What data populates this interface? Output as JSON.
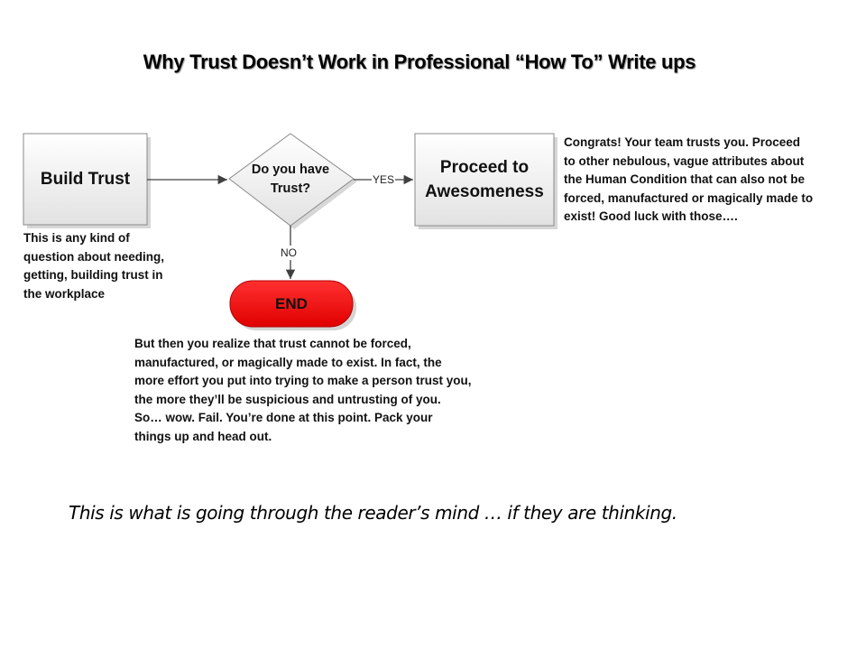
{
  "title": "Why Trust Doesn’t Work in Professional “How To” Write ups",
  "nodes": {
    "build_trust": "Build Trust",
    "decision": "Do you have\nTrust?",
    "proceed": "Proceed to\nAwesomeness",
    "end": "END"
  },
  "edges": {
    "yes": "YES",
    "no": "NO"
  },
  "notes": {
    "build_trust": "This is any kind of\nquestion about needing,\ngetting, building trust in\nthe workplace",
    "proceed": "Congrats!  Your team trusts you.  Proceed\nto other nebulous, vague attributes about\nthe Human Condition that can also not be\nforced, manufactured or magically made to\nexist!  Good luck with those….",
    "end": "But then you realize that trust cannot be forced,\nmanufactured, or magically made to exist.  In fact, the\nmore effort you put into trying to make a person trust you,\nthe more they’ll be suspicious and untrusting of you.\nSo… wow.  Fail.  You’re done at this point.  Pack your\nthings up and head out."
  },
  "caption": "This is what is going through the reader’s mind … if they are thinking.",
  "colors": {
    "box_fill_top": "#ffffff",
    "box_fill_bottom": "#e4e4e4",
    "box_stroke": "#8a8a8a",
    "end_fill": "#ee0000",
    "end_stroke": "#b00000",
    "connector": "#404040"
  }
}
